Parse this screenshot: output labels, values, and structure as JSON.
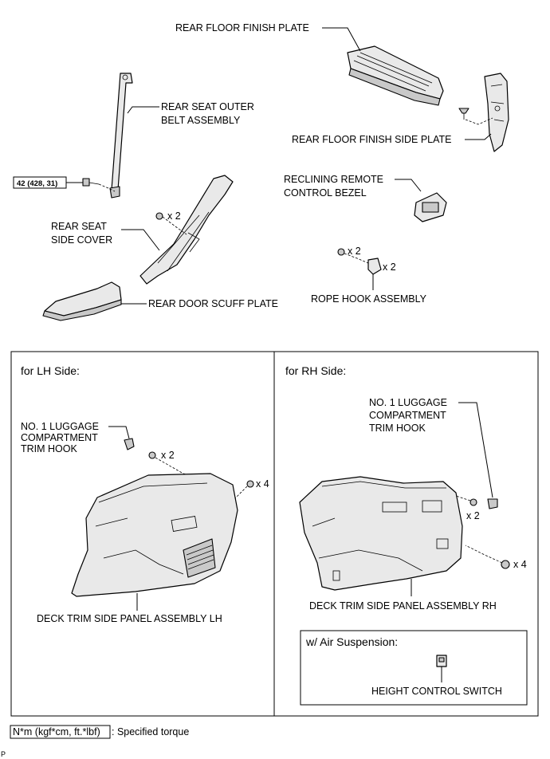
{
  "labels": {
    "rear_floor_finish_plate": "REAR FLOOR FINISH PLATE",
    "rear_seat_outer_belt_line1": "REAR SEAT OUTER",
    "rear_seat_outer_belt_line2": "BELT ASSEMBLY",
    "rear_floor_finish_side_plate": "REAR FLOOR FINISH SIDE PLATE",
    "torque_value": "42 (428, 31)",
    "reclining_line1": "RECLINING REMOTE",
    "reclining_line2": "CONTROL BEZEL",
    "x2_seat_cover": "x 2",
    "rear_seat_side_cover_line1": "REAR SEAT",
    "rear_seat_side_cover_line2": "SIDE COVER",
    "x2_rope_a": "x 2",
    "x2_rope_b": "x 2",
    "rear_door_scuff_plate": "REAR DOOR SCUFF PLATE",
    "rope_hook_assembly": "ROPE HOOK ASSEMBLY"
  },
  "lh_panel": {
    "heading": "for LH Side:",
    "hook_line1": "NO. 1 LUGGAGE",
    "hook_line2": "COMPARTMENT",
    "hook_line3": "TRIM HOOK",
    "x2": "x 2",
    "x4": "x 4",
    "deck_trim": "DECK TRIM SIDE PANEL ASSEMBLY LH"
  },
  "rh_panel": {
    "heading": "for RH Side:",
    "hook_line1": "NO. 1 LUGGAGE",
    "hook_line2": "COMPARTMENT",
    "hook_line3": "TRIM HOOK",
    "x2": "x 2",
    "x4": "x 4",
    "deck_trim": "DECK TRIM SIDE PANEL ASSEMBLY RH",
    "air_heading": "w/ Air Suspension:",
    "height_switch": "HEIGHT CONTROL SWITCH"
  },
  "footer": {
    "legend_box": "N*m (kgf*cm, ft.*lbf)",
    "legend_text": ": Specified torque",
    "corner": "P"
  }
}
